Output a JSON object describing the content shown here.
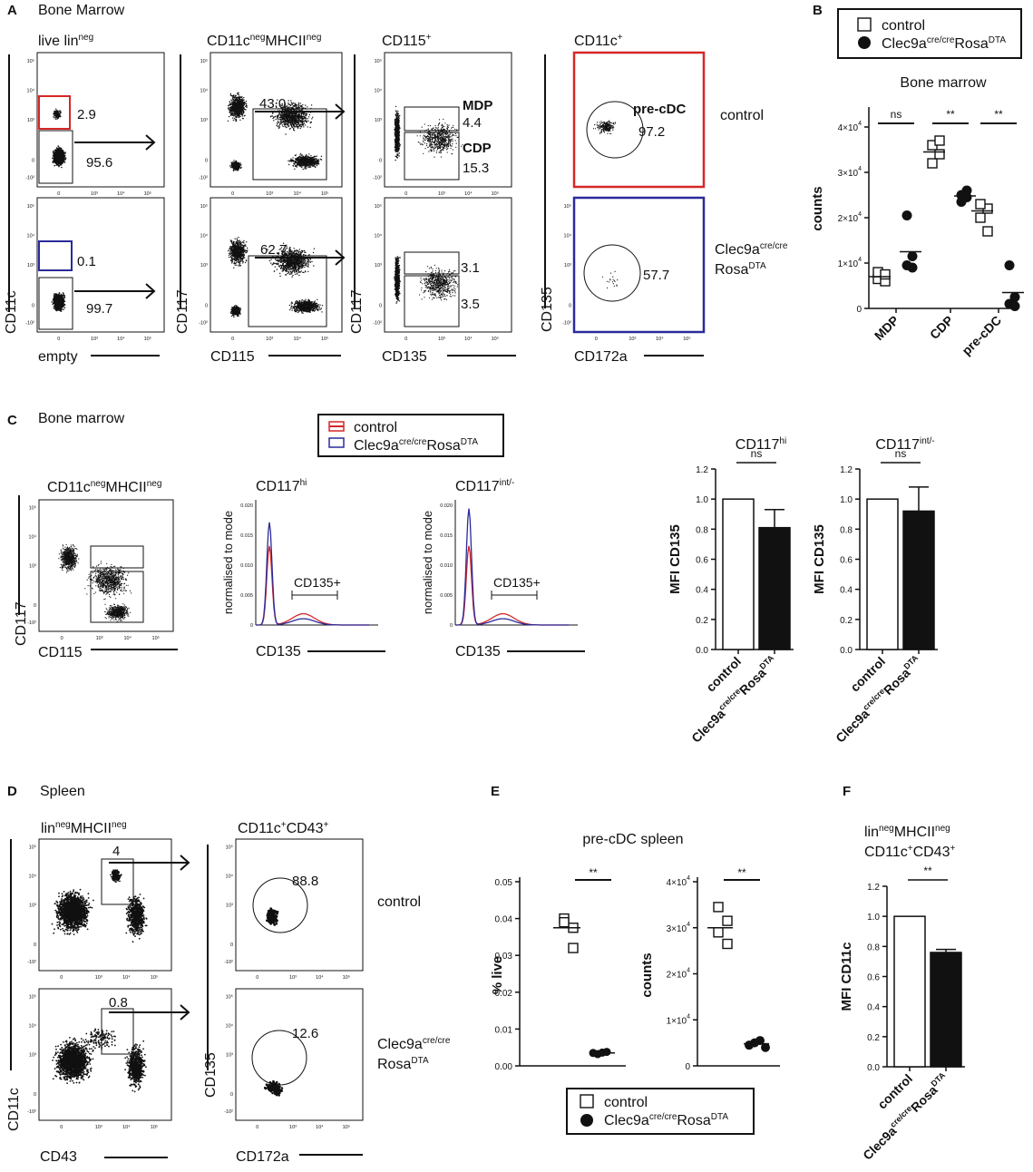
{
  "colors": {
    "control_outline": "#d62728",
    "ko_outline": "#2b2b9b",
    "ink": "#111111"
  },
  "labels": {
    "panel_letters": [
      "A",
      "B",
      "C",
      "D",
      "E",
      "F"
    ],
    "bone_marrow_top": "Bone Marrow",
    "bone_marrow": "Bone marrow",
    "spleen": "Spleen",
    "control": "control",
    "clec_base": "Clec9a",
    "clec_sup": "cre/cre",
    "rosa": "Rosa",
    "dta": "DTA",
    "clec_full": "Clec9acre/creRosaDTA",
    "live_lin": "live lin",
    "neg": "neg",
    "cd11c": "CD11c",
    "mhcii": "MHCII",
    "cd115p": "CD115",
    "plus": "+",
    "cd11cp": "CD11c",
    "cd43": "CD43",
    "lin": "lin",
    "cd117": "CD117",
    "cd115": "CD115",
    "cd135": "CD135",
    "cd172a": "CD172a",
    "empty": "empty",
    "hi": "hi",
    "int": "int/-",
    "mdp": "MDP",
    "cdp": "CDP",
    "precdc": "pre-cDC",
    "cd135plus": "CD135+",
    "normalised": "normalised to mode",
    "mfi_cd135": "MFI CD135",
    "mfi_cd11c": "MFI CD11c",
    "counts": "counts",
    "pct_live": "% live",
    "precdc_spleen": "pre-cDC spleen",
    "ns": "ns",
    "star2": "**",
    "x10": "×10",
    "exp4": "4"
  },
  "gate_values": {
    "A_ctrl": [
      "2.9",
      "95.6",
      "43.0",
      "4.4",
      "15.3",
      "97.2"
    ],
    "A_ko": [
      "0.1",
      "99.7",
      "62.7",
      "3.1",
      "3.5",
      "57.7"
    ],
    "D_ctrl": [
      "4",
      "88.8"
    ],
    "D_ko": [
      "0.8",
      "12.6"
    ]
  },
  "flow_ticks": {
    "x": [
      "0",
      "10³",
      "10⁴",
      "10⁵"
    ],
    "y": [
      "10⁵",
      "10⁴",
      "10³",
      "0",
      "-10²"
    ],
    "hist_y": [
      "0.020",
      "0.015",
      "0.010",
      "0.005",
      "0"
    ]
  },
  "chart_data": [
    {
      "panel": "B",
      "type": "scatter",
      "title": "Bone marrow",
      "ylabel": "counts",
      "categories": [
        "MDP",
        "CDP",
        "pre-cDC"
      ],
      "yticks": [
        0,
        10000,
        20000,
        30000,
        40000
      ],
      "ylim": [
        0,
        42000
      ],
      "series": [
        {
          "name": "control",
          "marker": "open-square",
          "values": [
            [
              6500,
              6000,
              8000,
              7500
            ],
            [
              32000,
              34000,
              36000,
              37000
            ],
            [
              20000,
              22000,
              23000,
              17000
            ]
          ]
        },
        {
          "name": "Clec9acre/creRosaDTA",
          "marker": "filled-circle",
          "values": [
            [
              20500,
              9000,
              9500,
              11500
            ],
            [
              23500,
              24500,
              25000,
              26000
            ],
            [
              9500,
              2500,
              1000,
              500
            ]
          ]
        }
      ],
      "means": {
        "control": [
          7000,
          34500,
          21500
        ],
        "Clec9acre/creRosaDTA": [
          12500,
          24800,
          3500
        ]
      },
      "significance": [
        "ns",
        "**",
        "**"
      ]
    },
    {
      "panel": "C-left",
      "type": "bar",
      "title": "CD117hi",
      "ylabel": "MFI CD135",
      "categories": [
        "control",
        "Clec9acre/creRosaDTA"
      ],
      "values": [
        1.0,
        0.81
      ],
      "errors": [
        0,
        0.12
      ],
      "ylim": [
        0,
        1.2
      ],
      "yticks": [
        0.0,
        0.2,
        0.4,
        0.6,
        0.8,
        1.0,
        1.2
      ],
      "significance": "ns"
    },
    {
      "panel": "C-right",
      "type": "bar",
      "title": "CD117int/-",
      "ylabel": "MFI CD135",
      "categories": [
        "control",
        "Clec9acre/creRosaDTA"
      ],
      "values": [
        1.0,
        0.92
      ],
      "errors": [
        0,
        0.16
      ],
      "ylim": [
        0,
        1.2
      ],
      "yticks": [
        0.0,
        0.2,
        0.4,
        0.6,
        0.8,
        1.0,
        1.2
      ],
      "significance": "ns"
    },
    {
      "panel": "E-left",
      "type": "scatter",
      "title": "pre-cDC spleen",
      "ylabel": "% live",
      "yticks": [
        0.0,
        0.01,
        0.02,
        0.03,
        0.04,
        0.05
      ],
      "ylim": [
        0,
        0.05
      ],
      "series": [
        {
          "name": "control",
          "marker": "open-square",
          "values": [
            0.04,
            0.0375,
            0.039,
            0.032
          ]
        },
        {
          "name": "Clec9acre/creRosaDTA",
          "marker": "filled-circle",
          "values": [
            0.0035,
            0.0032,
            0.0036,
            0.0038
          ]
        }
      ],
      "means": {
        "control": 0.0375,
        "Clec9acre/creRosaDTA": 0.0035
      },
      "significance": "**"
    },
    {
      "panel": "E-right",
      "type": "scatter",
      "ylabel": "counts",
      "yticks": [
        0,
        10000,
        20000,
        30000,
        40000
      ],
      "ylim": [
        0,
        40000
      ],
      "series": [
        {
          "name": "control",
          "marker": "open-square",
          "values": [
            34500,
            31500,
            29000,
            26500
          ]
        },
        {
          "name": "Clec9acre/creRosaDTA",
          "marker": "filled-circle",
          "values": [
            4500,
            5000,
            5500,
            4000
          ]
        }
      ],
      "means": {
        "control": 30000,
        "Clec9acre/creRosaDTA": 4800
      },
      "significance": "**"
    },
    {
      "panel": "F",
      "type": "bar",
      "title": "linnegMHCIInegCD11c+CD43+",
      "ylabel": "MFI CD11c",
      "categories": [
        "control",
        "Clec9acre/creRosaDTA"
      ],
      "values": [
        1.0,
        0.76
      ],
      "errors": [
        0,
        0.02
      ],
      "ylim": [
        0,
        1.2
      ],
      "yticks": [
        0.0,
        0.2,
        0.4,
        0.6,
        0.8,
        1.0,
        1.2
      ],
      "significance": "**"
    },
    {
      "panel": "C-hist",
      "type": "line",
      "xlabel": "CD135",
      "ylabel": "normalised to mode",
      "series": [
        {
          "name": "control",
          "color": "#d62728"
        },
        {
          "name": "Clec9acre/creRosaDTA",
          "color": "#2b2b9b"
        }
      ]
    }
  ]
}
